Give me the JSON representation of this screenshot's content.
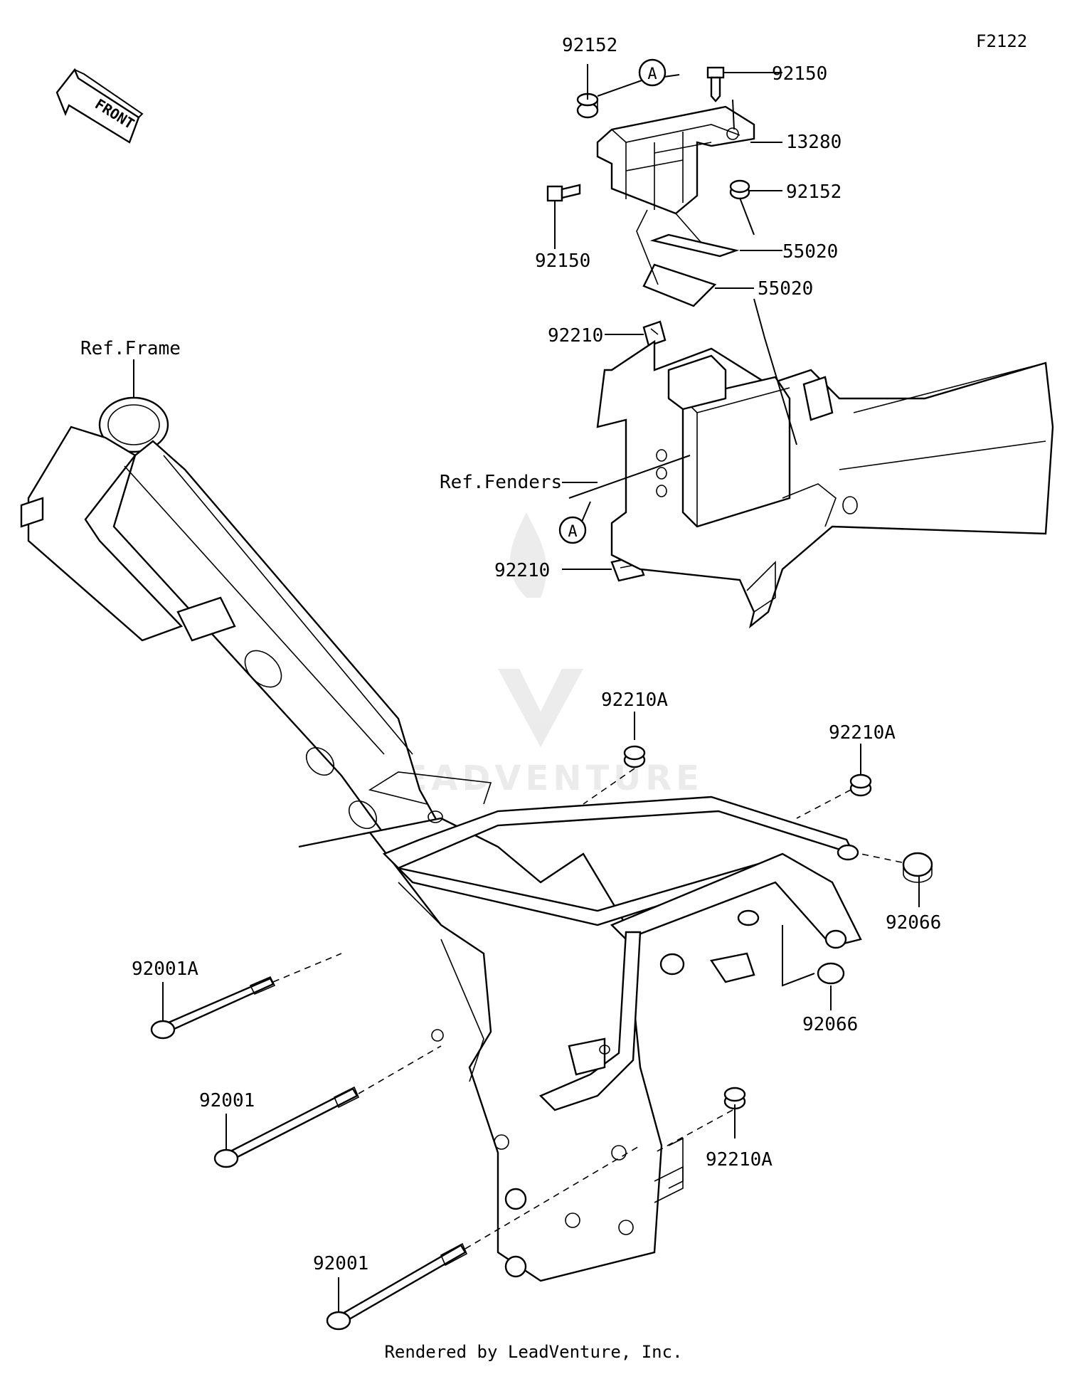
{
  "diagram_code": "F2122",
  "front_indicator": "FRONT",
  "footer": "Rendered by LeadVenture, Inc.",
  "watermark": "LEADVENTURE",
  "reference_labels": {
    "frame": "Ref.Frame",
    "fenders": "Ref.Fenders",
    "marker_a": "A"
  },
  "callouts": [
    {
      "id": "92152-top",
      "label": "92152"
    },
    {
      "id": "92150-top",
      "label": "92150"
    },
    {
      "id": "13280",
      "label": "13280"
    },
    {
      "id": "92152-mid",
      "label": "92152"
    },
    {
      "id": "92150-left",
      "label": "92150"
    },
    {
      "id": "55020-a",
      "label": "55020"
    },
    {
      "id": "55020-b",
      "label": "55020"
    },
    {
      "id": "92210-top",
      "label": "92210"
    },
    {
      "id": "92210-bottom",
      "label": "92210"
    },
    {
      "id": "92210A-a",
      "label": "92210A"
    },
    {
      "id": "92210A-b",
      "label": "92210A"
    },
    {
      "id": "92210A-c",
      "label": "92210A"
    },
    {
      "id": "92066-a",
      "label": "92066"
    },
    {
      "id": "92066-b",
      "label": "92066"
    },
    {
      "id": "92001A",
      "label": "92001A"
    },
    {
      "id": "92001-a",
      "label": "92001"
    },
    {
      "id": "92001-b",
      "label": "92001"
    }
  ]
}
